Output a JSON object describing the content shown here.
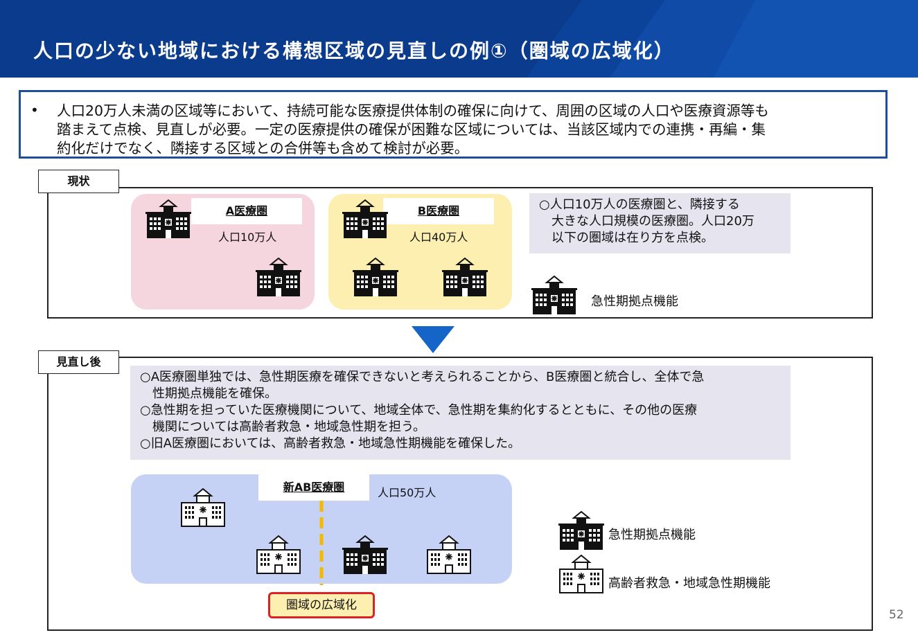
{
  "header": {
    "title": "人口の少ない地域における構想区域の見直しの例①（圏域の広域化）",
    "background_color": "#0a3a8a"
  },
  "summary": {
    "bullet": "•",
    "lines": [
      "人口20万人未満の区域等において、持続可能な医療提供体制の確保に向けて、周囲の区域の人口や医療資源等も",
      "踏まえて点検、見直しが必要。一定の医療提供の確保が困難な区域については、当該区域内での連携・再編・集",
      "約化だけでなく、隣接する区域との合併等も含めて検討が必要。"
    ]
  },
  "current": {
    "tab_label": "現状",
    "region_a": {
      "label": "A医療圏",
      "population": "人口10万人",
      "color": "#f6d6de"
    },
    "region_b": {
      "label": "B医療圏",
      "population": "人口40万人",
      "color": "#fcefb0"
    },
    "note_lines": [
      "○人口10万人の医療圏と、隣接する",
      "　大きな人口規模の医療圏。人口20万",
      "　以下の圏域は在り方を点検。"
    ],
    "legend": {
      "icon": "hospital-acute-icon",
      "label": "急性期拠点機能"
    }
  },
  "after": {
    "tab_label": "見直し後",
    "note_lines": [
      "○A医療圏単独では、急性期医療を確保できないと考えられることから、B医療圏と統合し、全体で急",
      "　性期拠点機能を確保。",
      "○急性期を担っていた医療機関について、地域全体で、急性期を集約化するとともに、その他の医療",
      "　機関については高齢者救急・地域急性期を担う。",
      "○旧A医療圏においては、高齢者救急・地域急性期機能を確保した。"
    ],
    "region": {
      "label": "新AB医療圏",
      "population": "人口50万人",
      "color": "#c5d2f5"
    },
    "divider_color": "#f5b800",
    "badge": {
      "label": "圏域の広域化",
      "fill": "#fcefb0",
      "border": "#e02020"
    },
    "legend": [
      {
        "icon": "hospital-acute-icon",
        "label": "急性期拠点機能"
      },
      {
        "icon": "hospital-elderly-icon",
        "label": "高齢者救急・地域急性期機能"
      }
    ]
  },
  "arrow_color": "#1565c8",
  "page_number": "52"
}
